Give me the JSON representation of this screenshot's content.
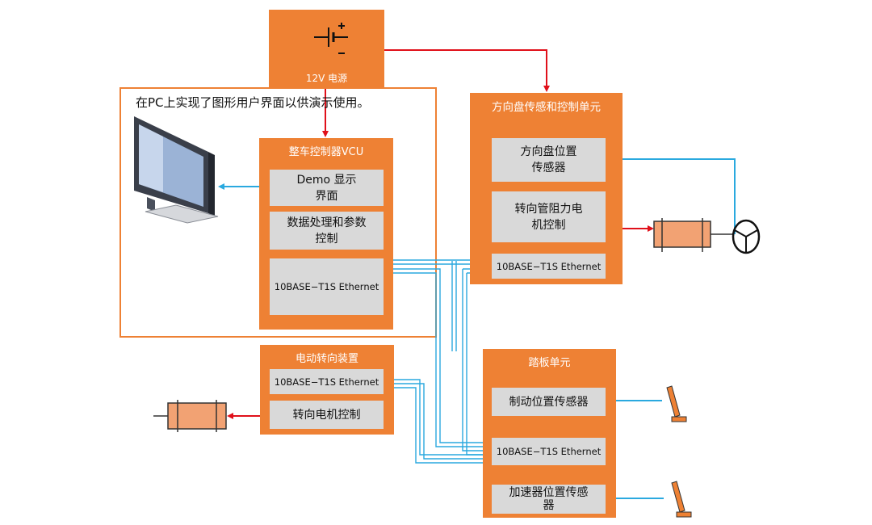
{
  "power": {
    "label": "12V 电源"
  },
  "pc": {
    "note": "在PC上实现了图形用户界面以供演示使用。"
  },
  "vcu": {
    "title": "整车控制器VCU",
    "demo": "Demo 显示\n界面",
    "data": "数据处理和参数\n控制",
    "eth": "10BASE−T1S Ethernet"
  },
  "steering_unit": {
    "title": "方向盘传感和控制单元",
    "sensor": "方向盘位置\n传感器",
    "motor": "转向管阻力电\n机控制",
    "eth": "10BASE−T1S Ethernet"
  },
  "eps": {
    "title": "电动转向装置",
    "eth": "10BASE−T1S Ethernet",
    "motor": "转向电机控制"
  },
  "pedal": {
    "title": "踏板单元",
    "brake": "制动位置传感器",
    "eth": "10BASE−T1S Ethernet",
    "accel": "加速器位置传感\n器"
  },
  "colors": {
    "orange": "#ee8134",
    "gray": "#d9d9d9",
    "red": "#e0101a",
    "blue": "#2aa9df"
  }
}
